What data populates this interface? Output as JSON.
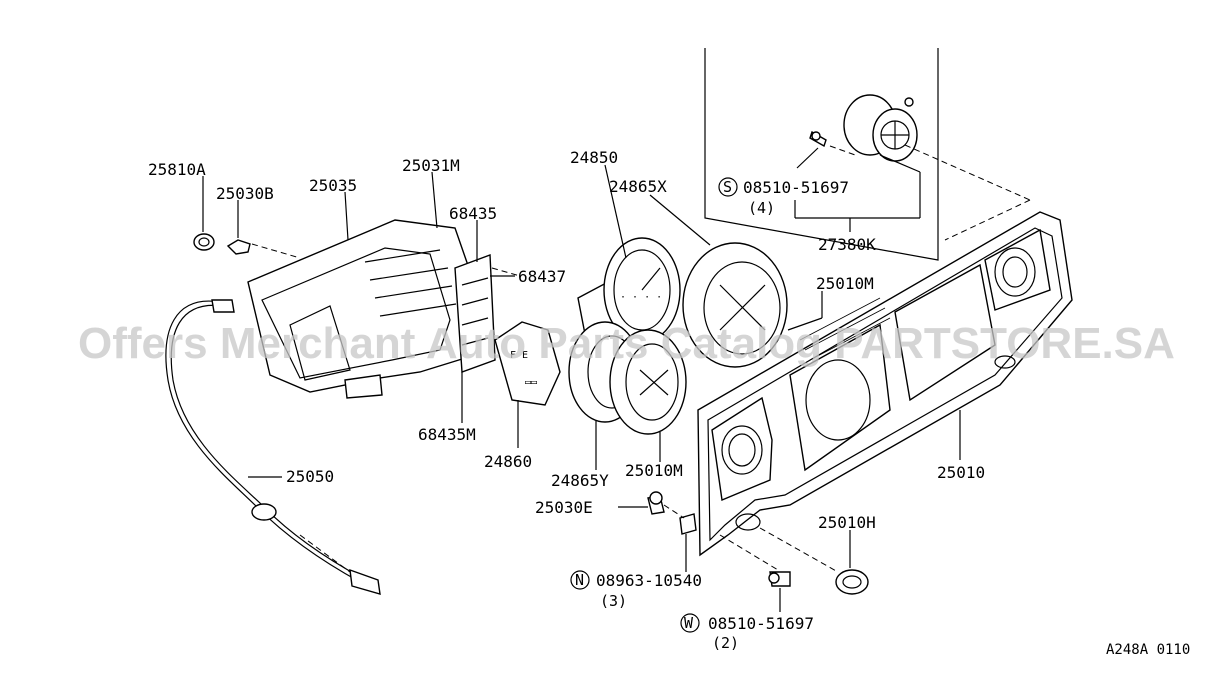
{
  "labels": {
    "p25810A": "25810A",
    "p25030B": "25030B",
    "p25035": "25035",
    "p25031M": "25031M",
    "p68435": "68435",
    "p68437": "68437",
    "p68435M": "68435M",
    "p24860": "24860",
    "p24850": "24850",
    "p24865X": "24865X",
    "p24865Y": "24865Y",
    "p25010M_top": "25010M",
    "p25010M_bottom": "25010M",
    "p25010": "25010",
    "p25010H": "25010H",
    "p25050": "25050",
    "p25030E": "25030E",
    "p27380K": "27380K"
  },
  "fasteners": {
    "s_code": "S",
    "s_part": "08510-51697",
    "s_qty": "(4)",
    "n_code": "N",
    "n_part": "08963-10540",
    "n_qty": "(3)",
    "w_code": "W",
    "w_part": "08510-51697",
    "w_qty": "(2)"
  },
  "watermark": "Offers Merchant Auto Parts Catalog PARTSTORE.SA",
  "diagram_code": "A248A 0110"
}
